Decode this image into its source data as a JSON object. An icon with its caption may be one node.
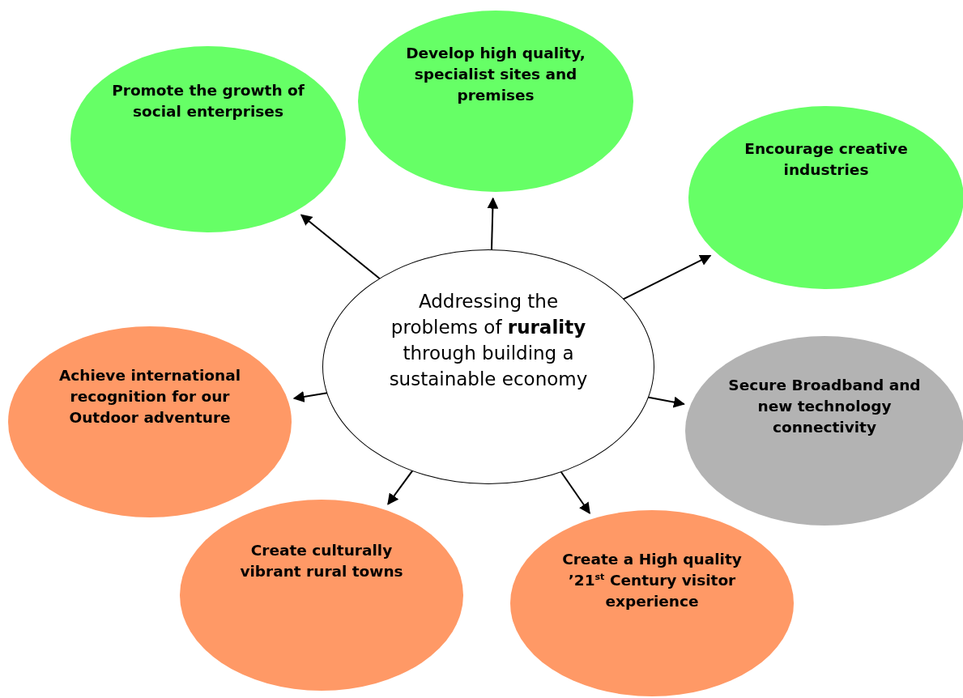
{
  "diagram": {
    "nodes": [
      {
        "text": [
          "Addressing the problems of **rurality** through building a sustainable economy"
        ]
      },
      {
        "text": [
          "Promote the growth of social enterprises"
        ]
      },
      {
        "text": [
          "Develop high quality, specialist sites and premises"
        ]
      },
      {
        "text": [
          "Encourage creative industries"
        ]
      },
      {
        "text": [
          "Achieve international recognition for our Outdoor adventure"
        ]
      },
      {
        "text": [
          "Secure Broadband and new technology connectivity"
        ]
      },
      {
        "text": [
          "Create culturally vibrant rural towns"
        ]
      },
      {
        "text": [
          "Create a High quality ’21$^{st}$ Century visitor experience"
        ]
      }
    ],
    "edges": [
      {
        "from": 0,
        "to": 1,
        "arrow": "to"
      },
      {
        "from": 0,
        "to": 2,
        "arrow": "to"
      },
      {
        "from": 0,
        "to": 3,
        "arrow": "to"
      },
      {
        "from": 0,
        "to": 4,
        "arrow": "to"
      },
      {
        "from": 0,
        "to": 5,
        "arrow": "to"
      },
      {
        "from": 0,
        "to": 6,
        "arrow": "to"
      },
      {
        "from": 0,
        "to": 7,
        "arrow": "to"
      }
    ]
  }
}
